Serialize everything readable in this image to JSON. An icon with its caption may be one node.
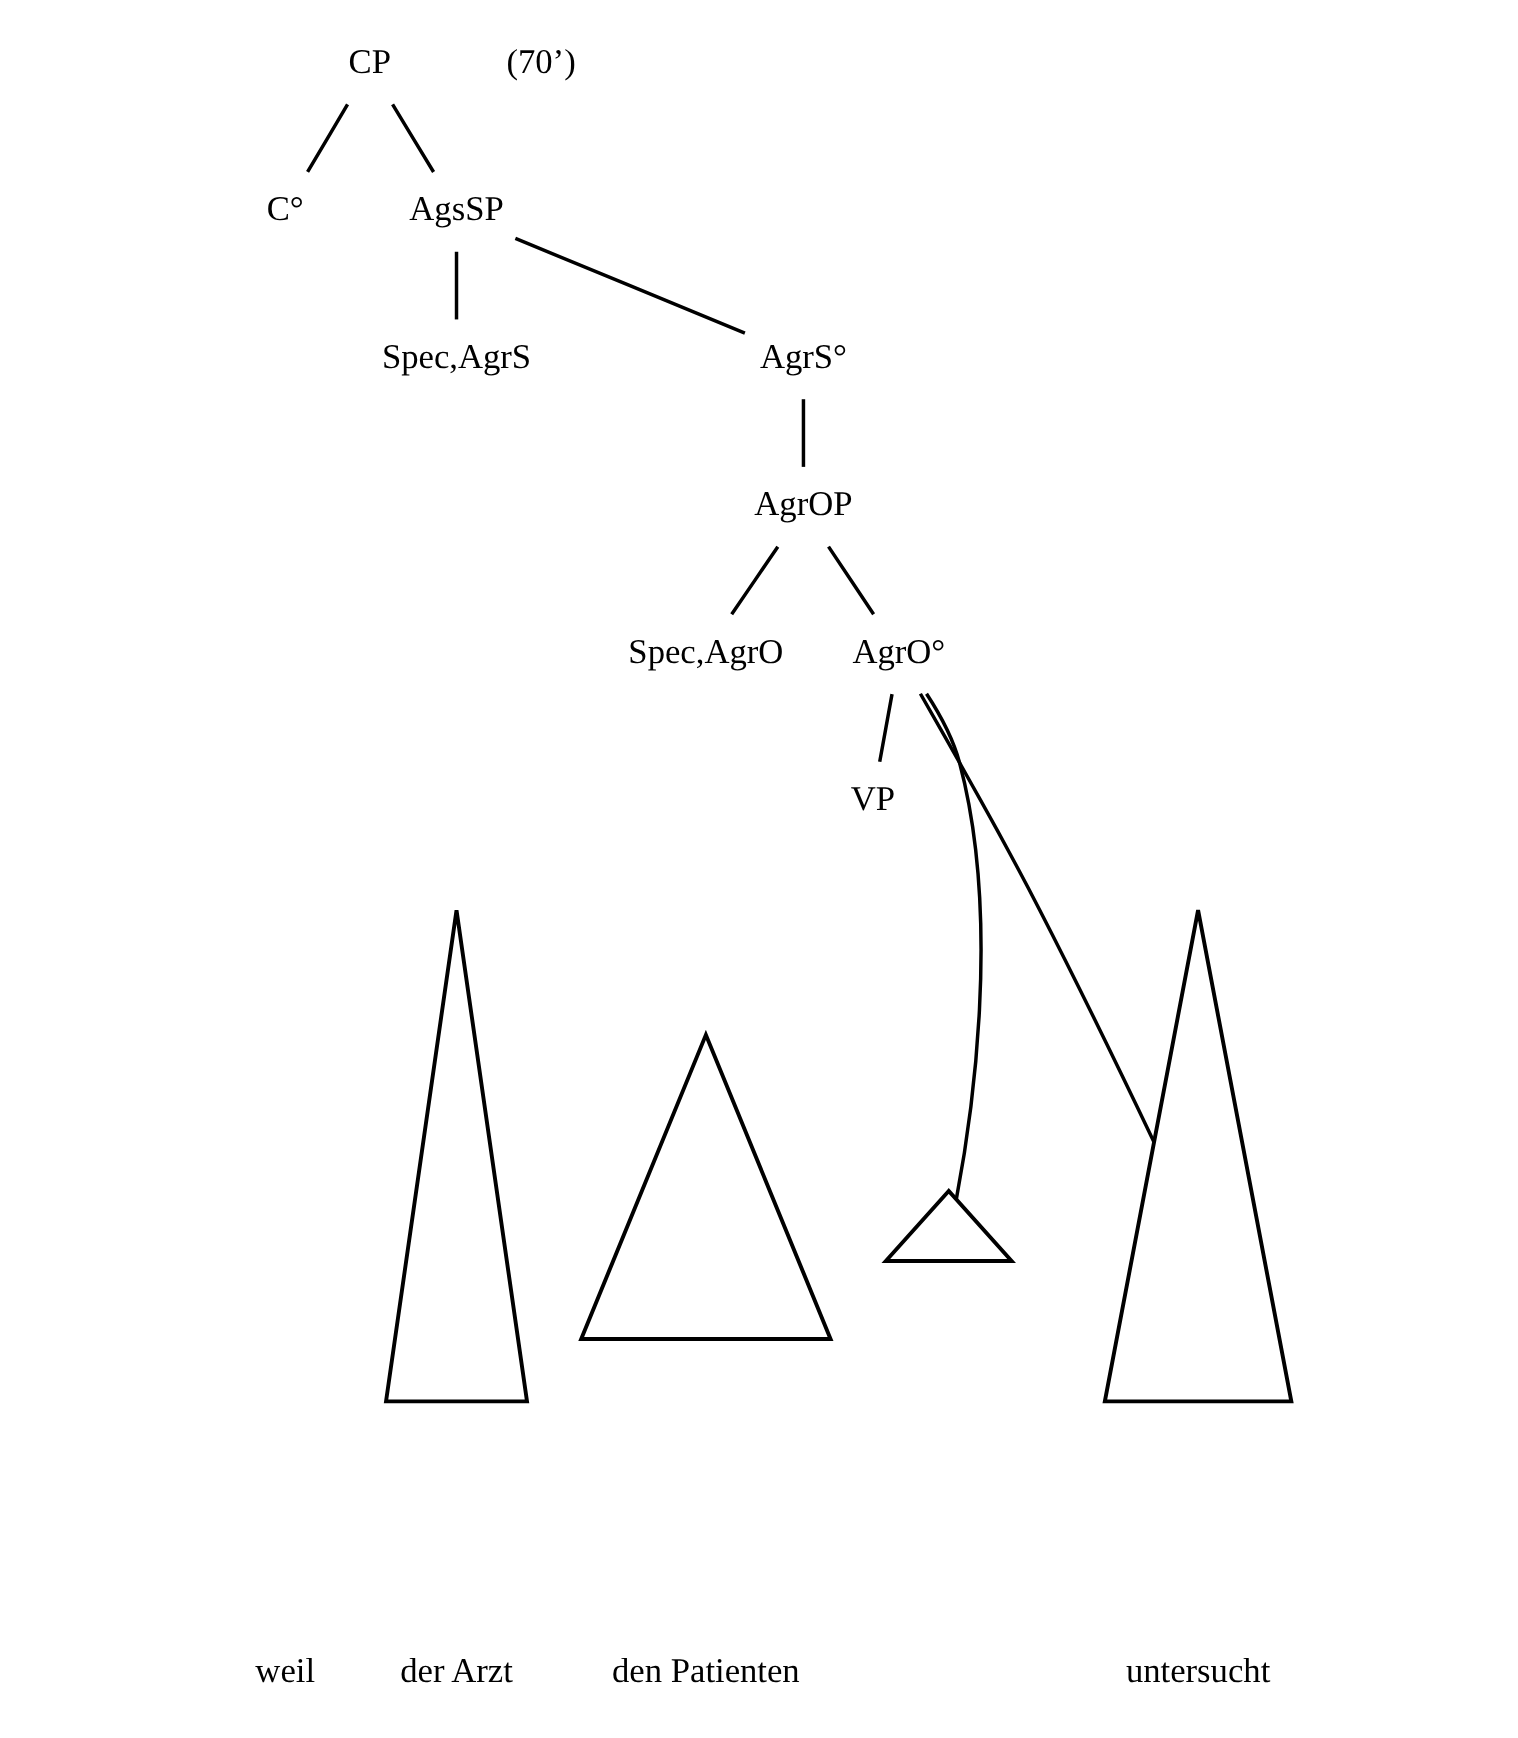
{
  "diagram": {
    "nodes": [
      {
        "text": [
          "CP"
        ]
      },
      {
        "text": [
          "C°"
        ]
      },
      {
        "text": [
          "AgsSP"
        ]
      },
      {
        "text": [
          "Spec,AgrS"
        ]
      },
      {
        "text": [
          "AgrS°"
        ]
      },
      {
        "text": [
          "AgrOP"
        ]
      },
      {
        "text": [
          "Spec,AgrO"
        ]
      },
      {
        "text": [
          "AgrO°"
        ]
      },
      {
        "text": [
          "VP"
        ]
      },
      {
        "text": [],
        "shape": "triangle"
      },
      {
        "text": [],
        "shape": "triangle"
      },
      {
        "text": [],
        "shape": "triangle"
      },
      {
        "text": [],
        "shape": "triangle"
      }
    ],
    "edges": [
      {
        "from": 0,
        "to": 1,
        "arrow": "none"
      },
      {
        "from": 0,
        "to": 2,
        "arrow": "none"
      },
      {
        "from": 2,
        "to": 3,
        "arrow": "none"
      },
      {
        "from": 2,
        "to": 4,
        "arrow": "none"
      },
      {
        "from": 4,
        "to": 5,
        "arrow": "none"
      },
      {
        "from": 5,
        "to": 6,
        "arrow": "none"
      },
      {
        "from": 5,
        "to": 7,
        "arrow": "none"
      },
      {
        "from": 7,
        "to": 8,
        "arrow": "none"
      },
      {
        "from": 11,
        "to": 7,
        "arrow": "none"
      },
      {
        "from": 7,
        "to": 12,
        "arrow": "none"
      }
    ],
    "labels": [
      "(70’)",
      "weil",
      "der Arzt",
      "den Patienten",
      "untersucht"
    ]
  }
}
